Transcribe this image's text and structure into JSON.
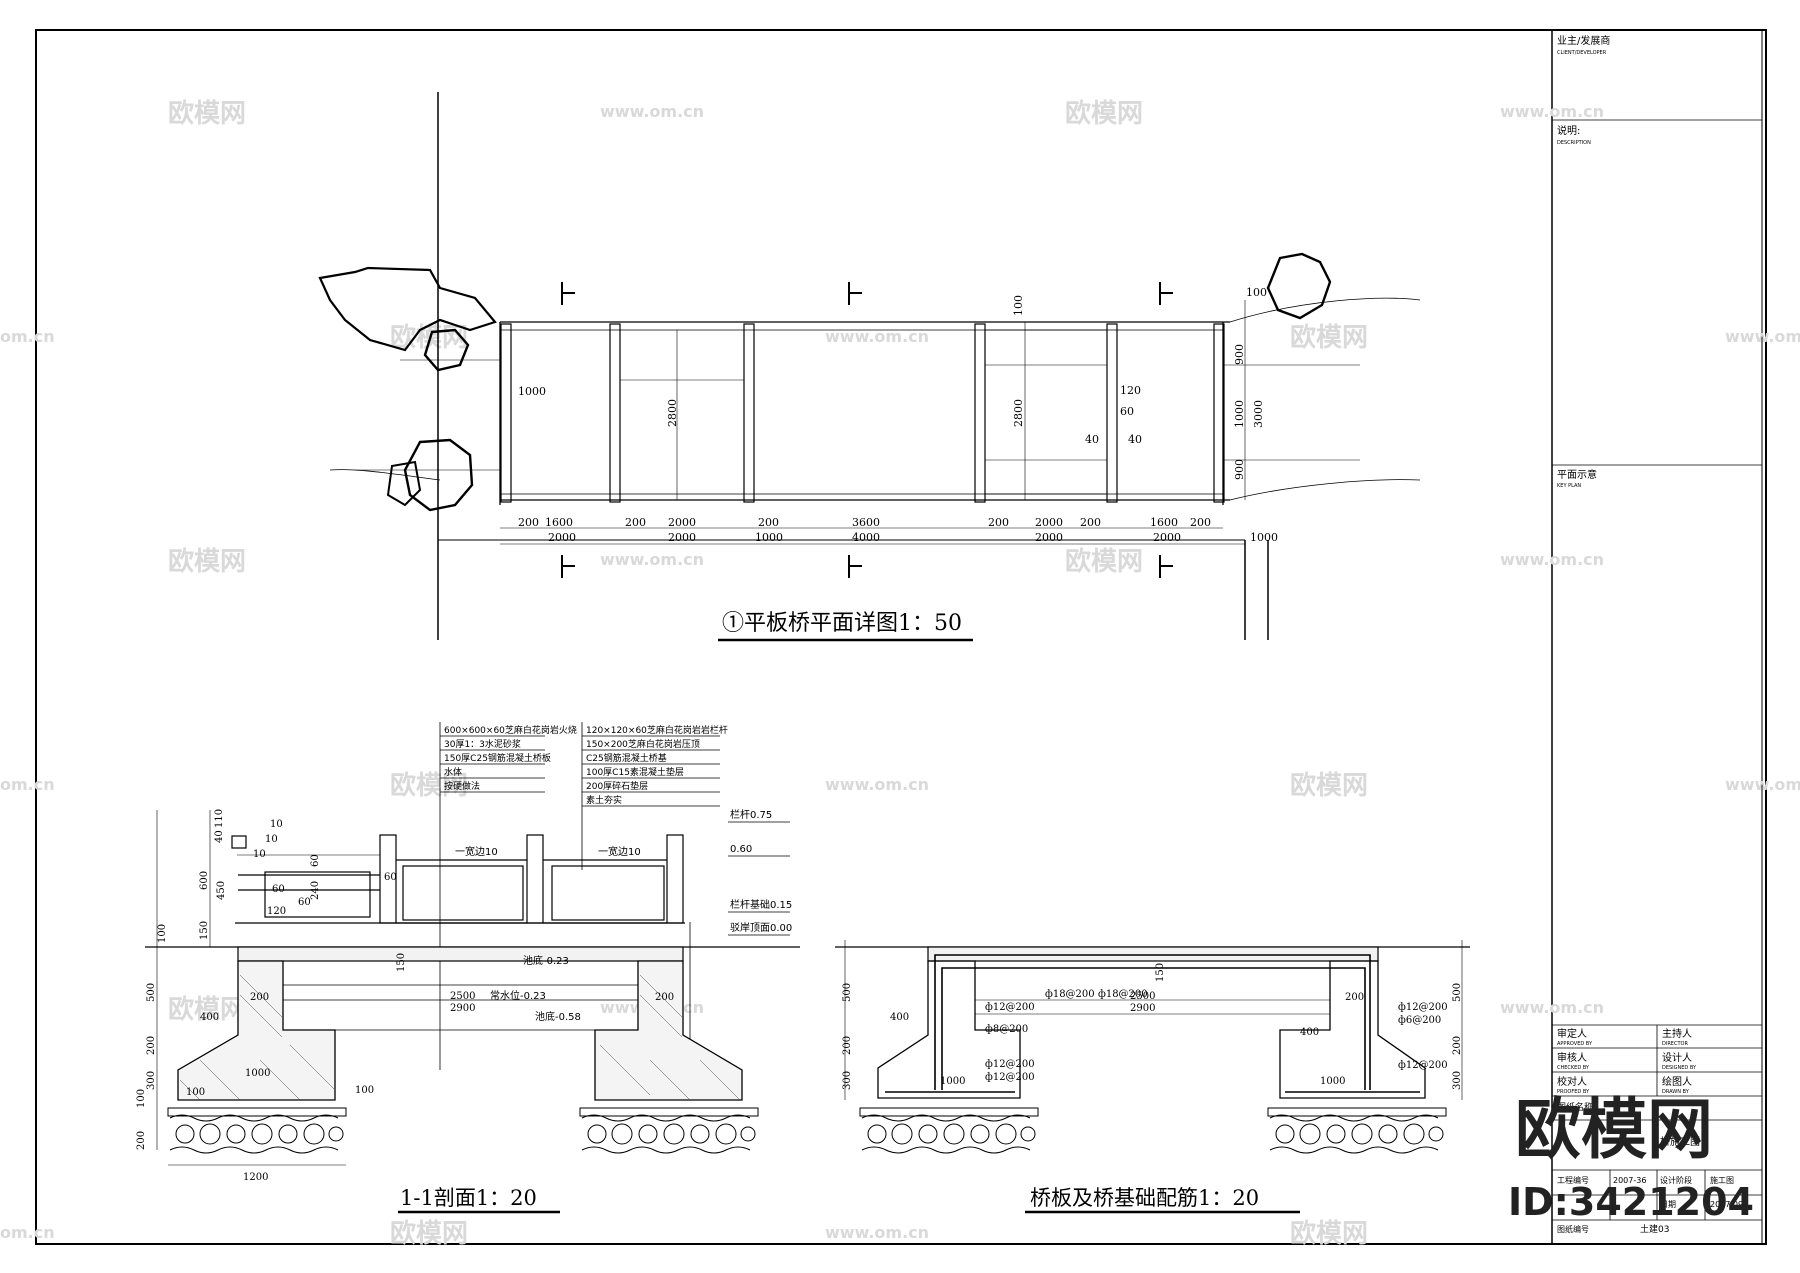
{
  "titles": {
    "plan": "①平板桥平面详图1：50",
    "section": "1-1剖面1：20",
    "rebar": "桥板及桥基础配筋1：20"
  },
  "plan_dims": {
    "row1": [
      "200",
      "1600",
      "200",
      "2000",
      "200",
      "3600",
      "200",
      "2000",
      "200",
      "1600",
      "200"
    ],
    "row2": [
      "2000",
      "2000",
      "1000",
      "4000",
      "2000",
      "2000",
      "1000"
    ],
    "d1000": "1000",
    "d2800a": "2800",
    "d2800b": "2800",
    "d100": "100",
    "d120": "120",
    "d60": "60",
    "d40a": "40",
    "d40b": "40",
    "r100": "100",
    "r900a": "900",
    "r1000": "1000",
    "r900b": "900",
    "r3000": "3000"
  },
  "section_notes_left": [
    "600×600×60芝麻白花岗岩火烧",
    "30厚1：3水泥砂浆",
    "150厚C25钢筋混凝土桥板",
    "水体",
    "按硬做法"
  ],
  "section_notes_right": [
    "120×120×60芝麻白花岗岩岩栏杆",
    "150×200芝麻白花岗岩压顶",
    "C25钢筋混凝土桥基",
    "100厚C15素混凝土垫层",
    "200厚碎石垫层",
    "素土夯实"
  ],
  "section_levels": [
    "栏杆0.75",
    "0.60",
    "栏杆基础0.15",
    "驳岸顶面0.00",
    "池底-0.23",
    "常水位-0.23",
    "池底-0.58"
  ],
  "section_dims": {
    "v110": "110",
    "v40": "40",
    "v600": "600",
    "v450": "450",
    "v150": "150",
    "v500": "500",
    "v200a": "200",
    "v300": "300",
    "v100": "100",
    "v200b": "200",
    "h10a": "10",
    "h10b": "10",
    "h10c": "10",
    "h60a": "60",
    "h60b": "60",
    "h60c": "60",
    "h60d": "60",
    "h240": "240",
    "h120": "120",
    "h400": "400",
    "h200a": "200",
    "h200b": "200",
    "h1000": "1000",
    "h100a": "100",
    "h100b": "100",
    "h1200": "1200",
    "h2500": "2500",
    "h2900": "2900",
    "h150": "150",
    "rail1": "一宽边10",
    "rail2": "一宽边10"
  },
  "rebar_dims": {
    "r1": "ф18@200",
    "r2": "ф18@200",
    "r3": "ф12@200",
    "r4": "ф8@200",
    "r5": "ф12@200",
    "r6": "ф6@200",
    "r7": "ф12@200",
    "r8": "ф12@200",
    "r9": "ф12@200",
    "v500a": "500",
    "v200a": "200",
    "v300a": "300",
    "v500b": "500",
    "v200b": "200",
    "v300b": "300",
    "h400a": "400",
    "h400b": "400",
    "h200": "200",
    "h1000a": "1000",
    "h1000b": "1000",
    "h150": "150",
    "h2500": "2500",
    "h2900": "2900"
  },
  "titleblock": {
    "client": "业主/发展商",
    "client_en": "CLIENT/DEVELOPER",
    "notes": "说明:",
    "notes_en": "DESCRIPTION",
    "keyplan": "平面示意",
    "keyplan_en": "KEY PLAN",
    "approved": "审定人",
    "approved_en": "APPROVED BY",
    "director": "主持人",
    "director_en": "DIRECTOR",
    "checked": "审核人",
    "checked_en": "CHECKED BY",
    "designer": "设计人",
    "designer_en": "DESIGNED BY",
    "proof": "校对人",
    "proof_en": "PROOFED BY",
    "drawer": "绘图人",
    "drawer_en": "DRAWN BY",
    "project": "工程编号",
    "project_val": "2007-36",
    "stage": "设计阶段",
    "stage_val": "施工图",
    "sheet": "图纸名称",
    "date_label": "日期",
    "date_val": "2007.09",
    "drawno": "图纸编号",
    "drawno_val": "土建03",
    "sheetname": "桥施工图"
  },
  "watermarks": {
    "brand": "欧模网",
    "url": "www.om.cn",
    "url2": "om.cn"
  },
  "brand_big": "欧模网",
  "brand_id": "ID:3421204"
}
